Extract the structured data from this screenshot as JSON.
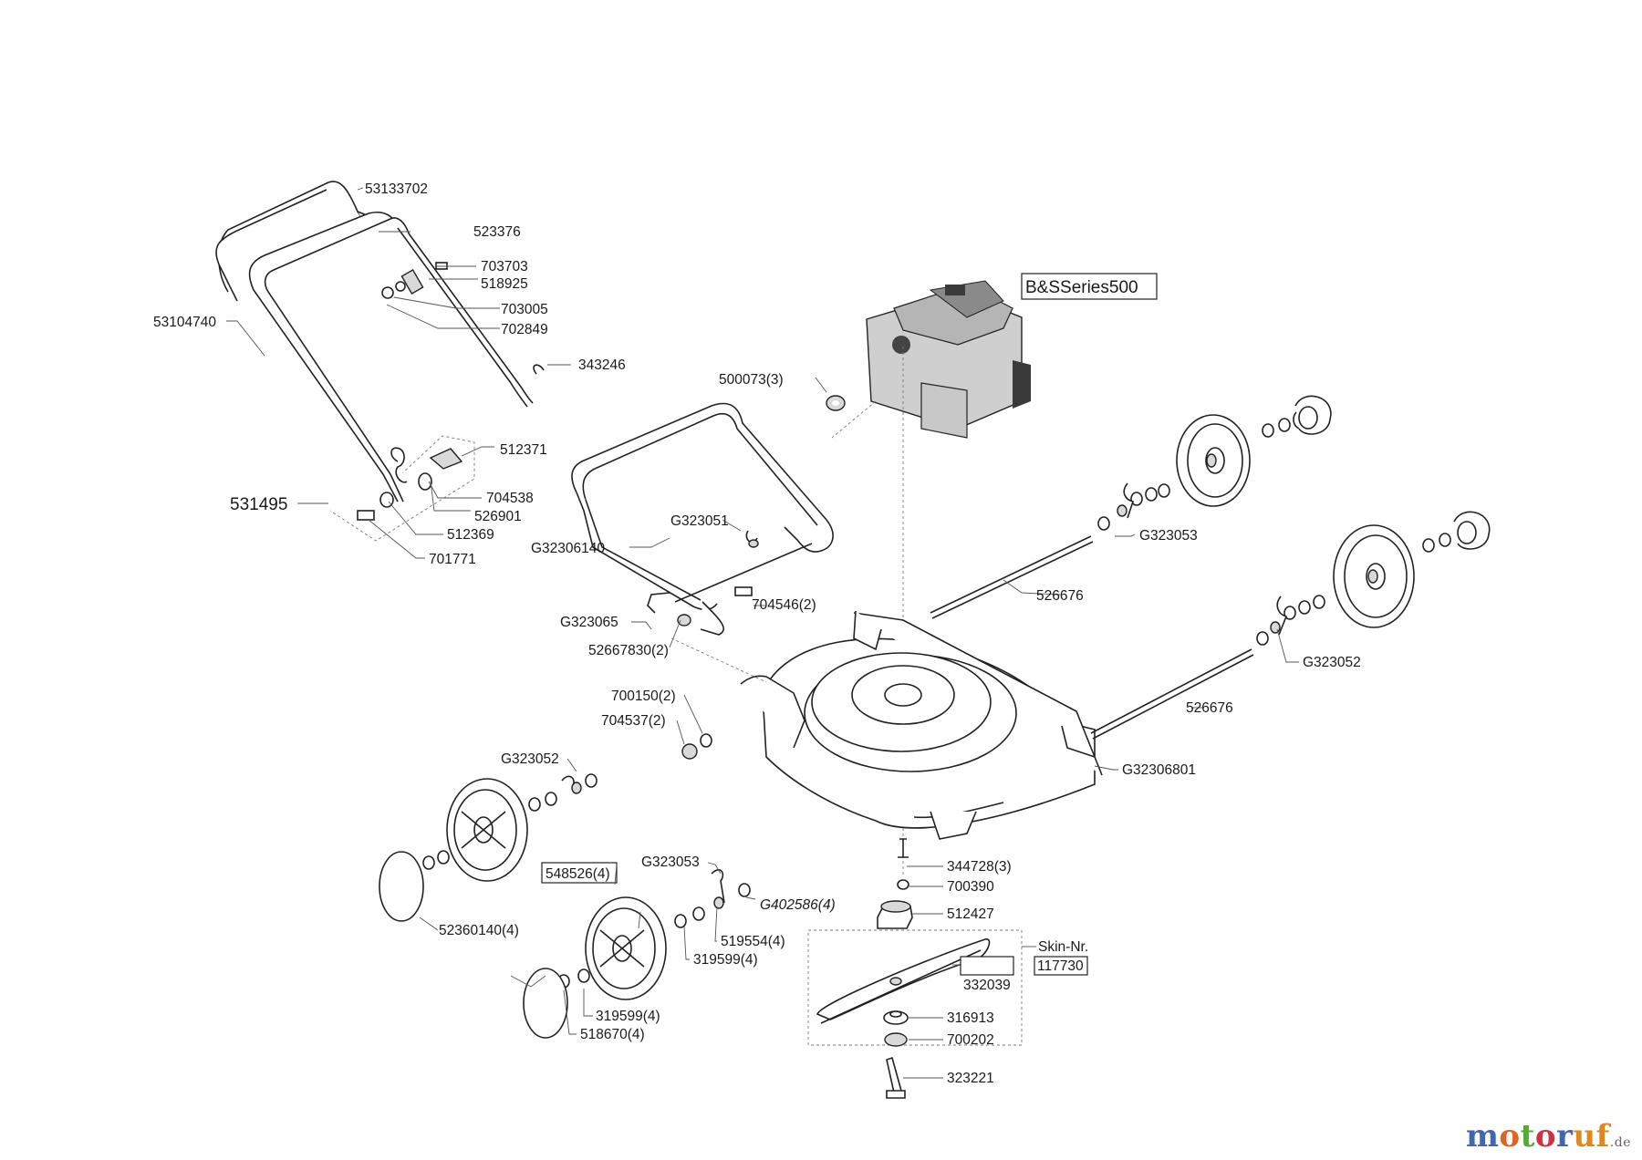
{
  "labels": {
    "l01": "53133702",
    "l02": "523376",
    "l03": "703703",
    "l04": "518925",
    "l05": "53104740",
    "l06": "703005",
    "l07": "702849",
    "l08": "343246",
    "l09": "512371",
    "l10": "531495",
    "l11": "704538",
    "l12": "526901",
    "l13": "512369",
    "l14": "701771",
    "l15": "B&SSeries500",
    "l16": "500073(3)",
    "l17": "G323051",
    "l18": "G32306140",
    "l19": "G323053",
    "l20": "704546(2)",
    "l21": "526676",
    "l22": "G323065",
    "l23": "52667830(2)",
    "l24": "G323052",
    "l25": "526676",
    "l26": "700150(2)",
    "l27": "704537(2)",
    "l28": "G32306801",
    "l29": "G323052",
    "l30": "548526(4)",
    "l31": "G323053",
    "l32": "344728(3)",
    "l33": "700390",
    "l34": "G402586(4)",
    "l35": "512427",
    "l36": "52360140(4)",
    "l37": "519554(4)",
    "l38": "319599(4)",
    "l39": "Skin-Nr.",
    "l40": "117730",
    "l41": "332039",
    "l42": "316913",
    "l43": "319599(4)",
    "l44": "518670(4)",
    "l45": "700202",
    "l46": "323221"
  },
  "watermark": {
    "m1": "m",
    "m2": "o",
    "m3": "t",
    "m4": "o",
    "m5": "r",
    "m6": "uf",
    "tld": ".de"
  },
  "colors": {
    "line": "#222222",
    "engine_fill": "#cfcfcf",
    "engine_dark": "#3a3a3a"
  }
}
